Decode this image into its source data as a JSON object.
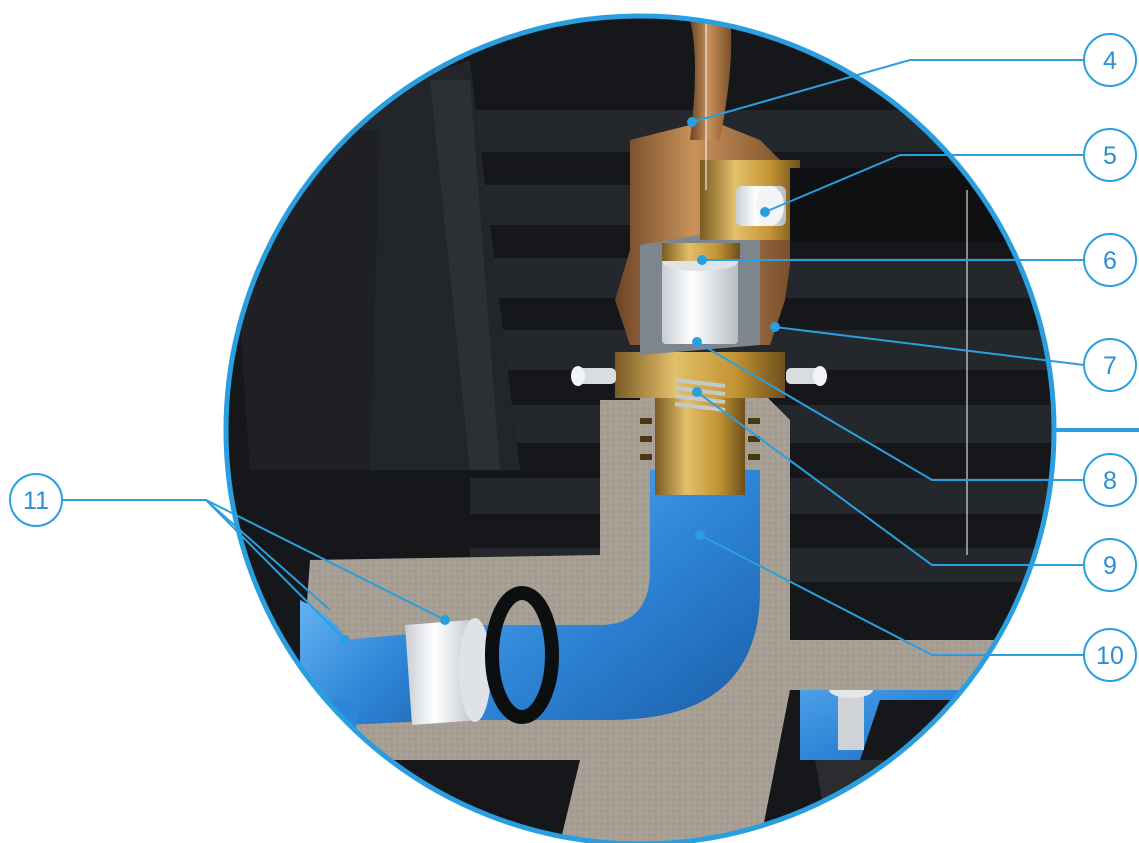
{
  "colors": {
    "accent": "#2a9fe0",
    "callout": "#2a8fd3",
    "pipe_blue": "#2f86d8",
    "housing_black": "#1b1d20",
    "cast_gray": "#a89f96",
    "brass": "#c9a04a",
    "bronze": "#9a6a3a",
    "white_part": "#eef0f2"
  },
  "callouts": [
    {
      "id": "4",
      "label": "4"
    },
    {
      "id": "5",
      "label": "5"
    },
    {
      "id": "6",
      "label": "6"
    },
    {
      "id": "7",
      "label": "7"
    },
    {
      "id": "8",
      "label": "8"
    },
    {
      "id": "9",
      "label": "9"
    },
    {
      "id": "10",
      "label": "10"
    },
    {
      "id": "11",
      "label": "11"
    }
  ]
}
